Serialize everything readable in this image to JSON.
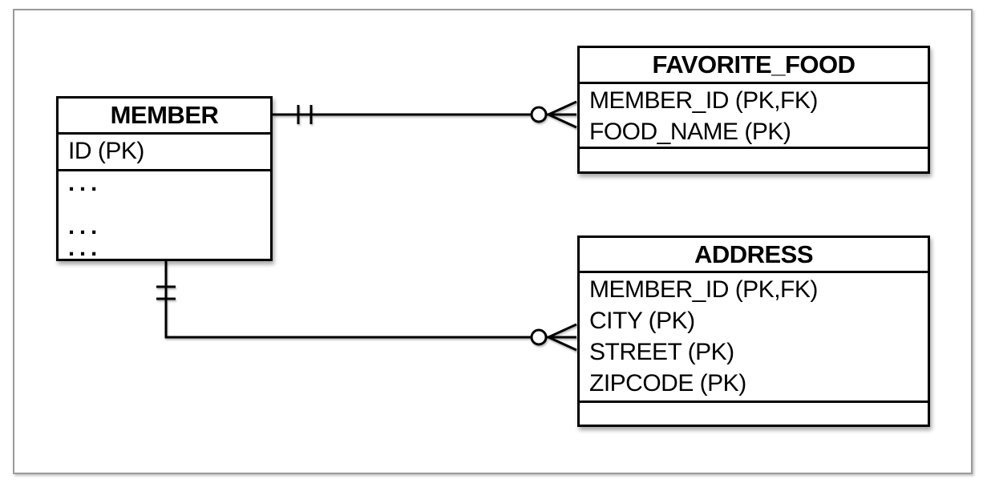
{
  "diagram": {
    "kind": "entity-relationship-diagram",
    "colors": {
      "line": "#000000",
      "entity_border": "#000000",
      "entity_background": "#ffffff",
      "frame_border": "#9b9b9b",
      "text": "#000000"
    },
    "entities": [
      {
        "name": "MEMBER",
        "attributes": [
          "ID (PK)"
        ],
        "placeholder_rows": [
          "...",
          "",
          "...",
          "..."
        ]
      },
      {
        "name": "FAVORITE_FOOD",
        "attributes": [
          "MEMBER_ID (PK,FK)",
          "FOOD_NAME (PK)"
        ],
        "placeholder_rows": []
      },
      {
        "name": "ADDRESS",
        "attributes": [
          "MEMBER_ID (PK,FK)",
          "CITY (PK)",
          "STREET (PK)",
          "ZIPCODE (PK)"
        ],
        "placeholder_rows": []
      }
    ],
    "relationships": [
      {
        "from": "MEMBER",
        "to": "FAVORITE_FOOD",
        "from_notation": "one-and-only-one",
        "to_notation": "zero-or-many"
      },
      {
        "from": "MEMBER",
        "to": "ADDRESS",
        "from_notation": "one-and-only-one",
        "to_notation": "zero-or-many"
      }
    ]
  }
}
